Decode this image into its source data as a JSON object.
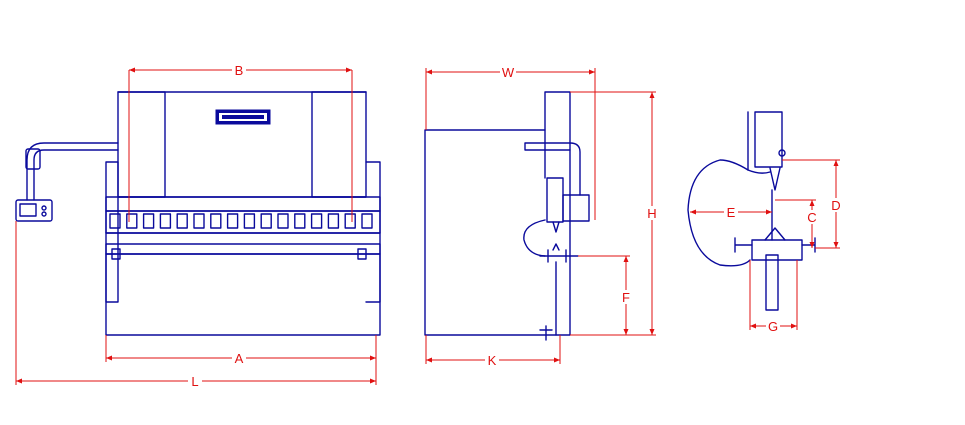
{
  "colors": {
    "machine": "#0a0a9c",
    "dimension": "#e01010",
    "background": "#ffffff",
    "nameplate": "#0a0a9c"
  },
  "dimensions": {
    "A": "A",
    "B": "B",
    "C": "C",
    "D": "D",
    "E": "E",
    "F": "F",
    "G": "G",
    "H": "H",
    "K": "K",
    "L": "L",
    "W": "W"
  }
}
